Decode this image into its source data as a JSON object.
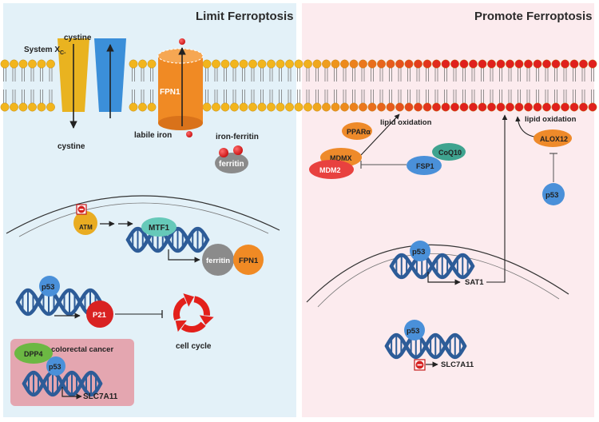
{
  "panels": {
    "left_title": "Limit Ferroptosis",
    "right_title": "Promote Ferroptosis"
  },
  "membrane": {
    "system_xc": "System X",
    "system_xc_sub": "C-",
    "cystine_top": "cystine",
    "cystine_bottom": "cystine",
    "fpn1": "FPN1",
    "labile_iron": "labile iron",
    "iron_ferritin": "iron-ferritin",
    "ferritin": "ferritin"
  },
  "left_nucleus": {
    "atm": "ATM",
    "mtf1": "MTF1",
    "ferritin": "ferritin",
    "fpn1": "FPN1",
    "p53": "p53",
    "p21": "P21",
    "cell_cycle": "cell cycle"
  },
  "colorectal": {
    "title": "colorectal cancer",
    "dpp4": "DPP4",
    "p53": "p53",
    "slc7a11": "SLC7A11"
  },
  "right": {
    "ppara": "PPARα",
    "lipid_oxidation_1": "lipid oxidation",
    "mdmx": "MDMX",
    "mdm2": "MDM2",
    "fsp1": "FSP1",
    "coq10": "CoQ10",
    "lipid_oxidation_2": "lipid oxidation",
    "alox12": "ALOX12",
    "p53_cyto": "p53",
    "p53_nuc1": "p53",
    "sat1": "SAT1",
    "p53_nuc2": "p53",
    "slc7a11": "SLC7A11"
  },
  "colors": {
    "left_bg": "#e3f1f8",
    "right_bg": "#fcebee",
    "lipid_yellow": "#f2b51d",
    "lipid_red": "#e0201d",
    "xc_yellow": "#e9b320",
    "xc_blue": "#3b8fd9",
    "fpn1_orange": "#f08a24",
    "iron_red": "#e02020",
    "dna_blue": "#2d5c98",
    "p53_blue": "#4a90d9",
    "ferritin_gray": "#8b8b8b",
    "atm_yellow": "#e9ac22",
    "mtf1_teal": "#66c9b9",
    "p21_red": "#d92222",
    "ppar_orange": "#ee8a2a",
    "mdm2_red": "#e8413f",
    "coq10_teal": "#3fa38f",
    "dpp4_green": "#6cb843",
    "colorectal_pink": "#e4a6b0"
  }
}
